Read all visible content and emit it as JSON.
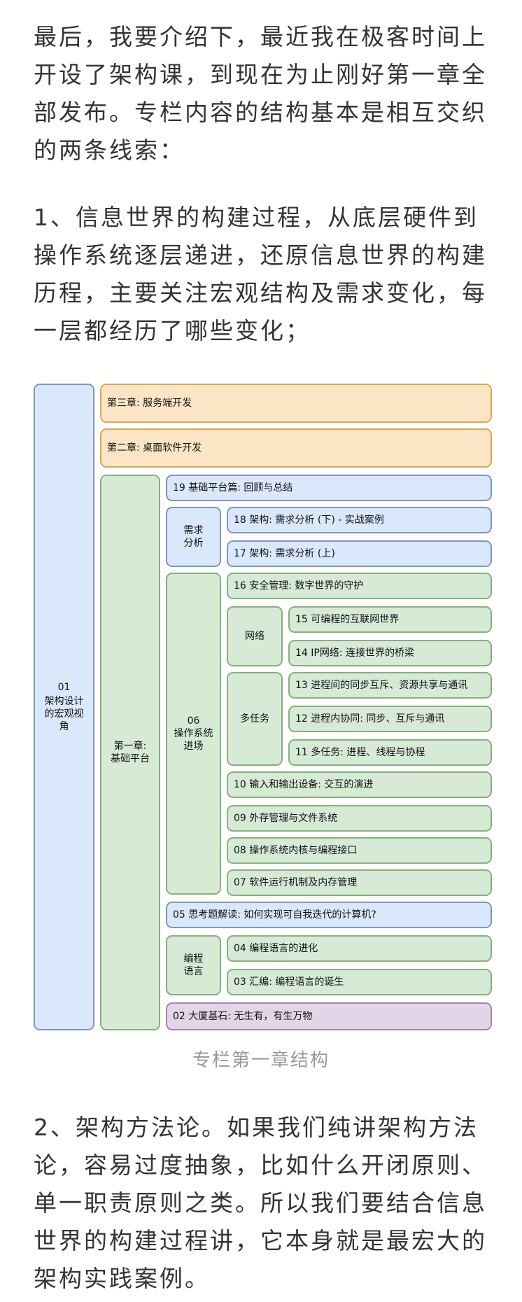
{
  "paragraphs": {
    "p1": "最后，我要介绍下，最近我在极客时间上开设了架构课，到现在为止刚好第一章全部发布。专栏内容的结构基本是相互交织的两条线索：",
    "p2": "1、信息世界的构建过程，从底层硬件到操作系统逐层递进，还原信息世界的构建历程，主要关注宏观结构及需求变化，每一层都经历了哪些变化；",
    "p3": "2、架构方法论。如果我们纯讲架构方法论，容易过度抽象，比如什么开闭原则、单一职责原则之类。所以我们要结合信息世界的构建过程讲，它本身就是最宏大的架构实践案例。"
  },
  "diagram": {
    "root": {
      "num": "01",
      "title": "架构设计的宏观视角"
    },
    "ch3": "第三章: 服务端开发",
    "ch2": "第二章: 桌面软件开发",
    "ch1": "第一章: 基础平台",
    "l19": "19 基础平台篇: 回顾与总结",
    "req_group": "需求分析",
    "l18": "18 架构: 需求分析 (下) - 实战案例",
    "l17": "17 架构: 需求分析 (上)",
    "os_group": {
      "num": "06",
      "title": "操作系统进场"
    },
    "l16": "16 安全管理: 数字世界的守护",
    "net_group": "网络",
    "l15": "15 可编程的互联网世界",
    "l14": "14 IP网络: 连接世界的桥梁",
    "mt_group": "多任务",
    "l13": "13 进程间的同步互斥、资源共享与通讯",
    "l12": "12 进程内协同: 同步、互斥与通讯",
    "l11": "11 多任务: 进程、线程与协程",
    "l10": "10 输入和输出设备: 交互的演进",
    "l09": "09 外存管理与文件系统",
    "l08": "08 操作系统内核与编程接口",
    "l07": "07 软件运行机制及内存管理",
    "l05": "05 思考题解读: 如何实现可自我迭代的计算机?",
    "lang_group": "编程语言",
    "l04": "04 编程语言的进化",
    "l03": "03 汇编: 编程语言的诞生",
    "l02": "02 大厦基石: 无生有，有生万物"
  },
  "caption": "专栏第一章结构",
  "colors": {
    "blue": "#dae8fc",
    "orange": "#fce5c5",
    "green": "#d6ead6",
    "purple": "#e2d5e8"
  }
}
